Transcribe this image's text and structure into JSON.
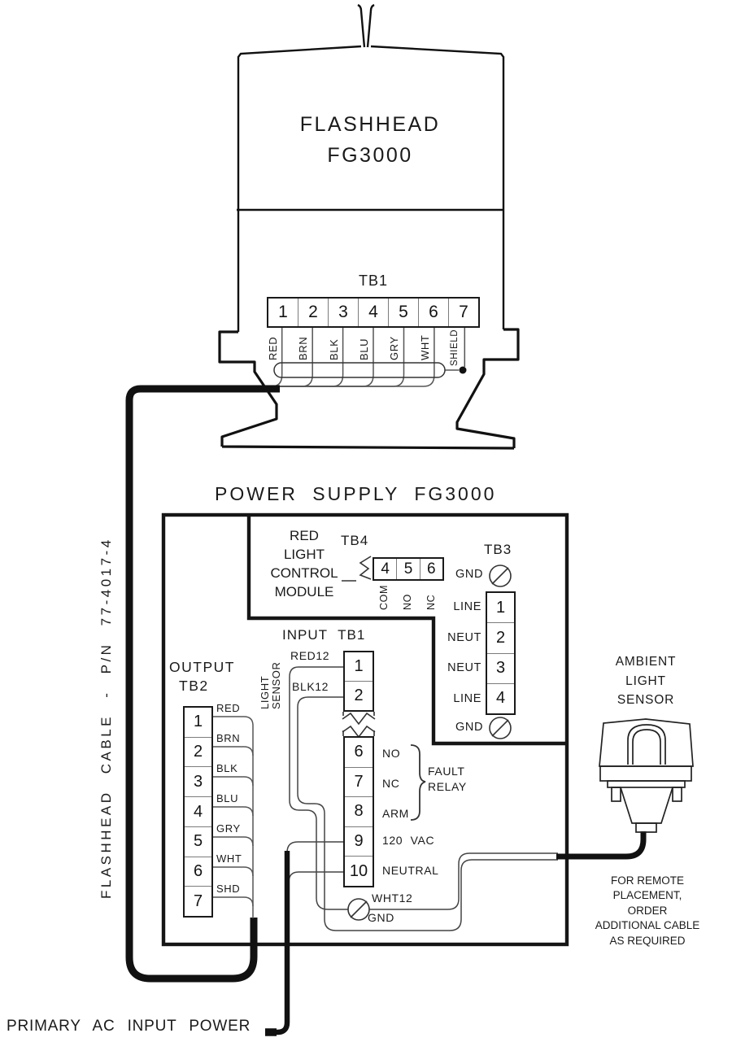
{
  "ink": "#1a1a1a",
  "flashhead": {
    "title_line1": "FLASHHEAD",
    "title_line2": "FG3000",
    "tb1": {
      "label": "TB1",
      "terminals": [
        "1",
        "2",
        "3",
        "4",
        "5",
        "6",
        "7"
      ],
      "wire_labels": [
        "RED",
        "BRN",
        "BLK",
        "BLU",
        "GRY",
        "WHT",
        "SHIELD"
      ]
    }
  },
  "flashhead_cable": {
    "label": "FLASHHEAD CABLE - P/N 77-4017-4"
  },
  "power_supply": {
    "title": "POWER SUPPLY FG3000",
    "module": {
      "lines": [
        "RED",
        "LIGHT",
        "CONTROL",
        "MODULE"
      ]
    },
    "tb4": {
      "label": "TB4",
      "terminals": [
        "4",
        "5",
        "6"
      ],
      "wire_labels": [
        "COM",
        "NO",
        "NC"
      ]
    },
    "tb3": {
      "label": "TB3",
      "gnd_top": "GND",
      "gnd_bottom": "GND",
      "row_labels": [
        "LINE",
        "NEUT",
        "NEUT",
        "LINE"
      ],
      "terminals": [
        "1",
        "2",
        "3",
        "4"
      ]
    },
    "input_tb1": {
      "label": "INPUT TB1",
      "wire_red": "RED12",
      "wire_blk": "BLK12",
      "terminals_top": [
        "1",
        "2"
      ],
      "terminals_bottom": [
        "6",
        "7",
        "8",
        "9",
        "10"
      ],
      "terminal_labels": [
        "NO",
        "NC",
        "ARM",
        "120 VAC",
        "NEUTRAL"
      ],
      "fault_relay_lines": [
        "FAULT",
        "RELAY"
      ],
      "wire_wht": "WHT12",
      "gnd": "GND"
    },
    "output_tb2": {
      "label_line1": "OUTPUT",
      "label_line2": "TB2",
      "terminals": [
        "1",
        "2",
        "3",
        "4",
        "5",
        "6",
        "7"
      ],
      "wire_labels": [
        "RED",
        "BRN",
        "BLK",
        "BLU",
        "GRY",
        "WHT",
        "SHD"
      ]
    },
    "light_sensor_tag": {
      "line1": "LIGHT",
      "line2": "SENSOR"
    }
  },
  "ambient_sensor": {
    "title_lines": [
      "AMBIENT",
      "LIGHT",
      "SENSOR"
    ],
    "note_lines": [
      "FOR REMOTE",
      "PLACEMENT,",
      "ORDER",
      "ADDITIONAL CABLE",
      "AS REQUIRED"
    ]
  },
  "primary_ac_label": "PRIMARY AC INPUT POWER"
}
